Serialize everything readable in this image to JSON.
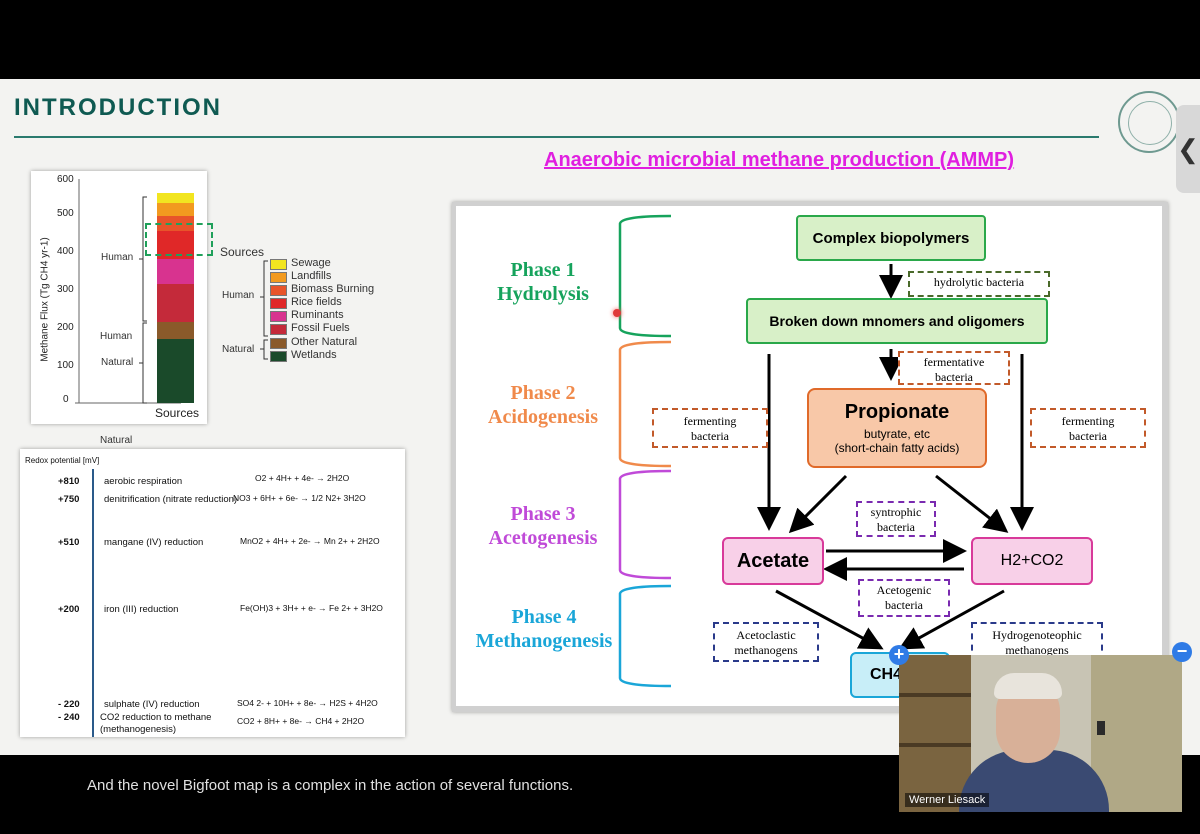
{
  "slide": {
    "title": "INTRODUCTION",
    "ammp_title": "Anaerobic microbial methane production (AMMP)",
    "collapse_glyph": "❮"
  },
  "methane_chart": {
    "y_axis_label": "Methane Flux (Tg CH4 yr-1)",
    "y_ticks": [
      "600",
      "500",
      "400",
      "300",
      "200",
      "100",
      "0"
    ],
    "x_label": "Sources",
    "sources_label": "Sources",
    "human_label": "Human",
    "natural_label": "Natural",
    "legend_human_label": "Human",
    "legend_natural_label": "Natural",
    "legend": [
      {
        "name": "Sewage",
        "color": "#f2e520"
      },
      {
        "name": "Landfills",
        "color": "#f29a1f"
      },
      {
        "name": "Biomass Burning",
        "color": "#e8542a"
      },
      {
        "name": "Rice fields",
        "color": "#e02828"
      },
      {
        "name": "Ruminants",
        "color": "#d8338f"
      },
      {
        "name": "Fossil Fuels",
        "color": "#c42a3a"
      },
      {
        "name": "Other Natural",
        "color": "#8a5a2a"
      },
      {
        "name": "Wetlands",
        "color": "#1a4a2a"
      }
    ]
  },
  "redox": {
    "header": "Redox potential [mV]",
    "rows": [
      {
        "value": "+810",
        "process": "aerobic respiration",
        "equation": "O2 + 4H+ + 4e- → 2H2O"
      },
      {
        "value": "+750",
        "process": "denitrification (nitrate reduction)",
        "equation": "NO3 + 6H+ + 6e- → 1/2 N2+ 3H2O"
      },
      {
        "value": "+510",
        "process": "mangane (IV) reduction",
        "equation": "MnO2 + 4H+ + 2e- → Mn 2+ + 2H2O"
      },
      {
        "value": "+200",
        "process": "iron (III) reduction",
        "equation": "Fe(OH)3 + 3H+ + e- → Fe 2+ + 3H2O"
      },
      {
        "value": "- 220",
        "process": "sulphate (IV) reduction",
        "equation": "SO4 2- + 10H+ + 8e- → H2S + 4H2O"
      },
      {
        "value": "- 240",
        "process": "CO2 reduction to methane",
        "equation": "CO2 + 8H+ + 8e- → CH4 + 2H2O"
      }
    ],
    "methanogenesis_note": "(methanogenesis)"
  },
  "diagram": {
    "phases": [
      {
        "line1": "Phase 1",
        "line2": "Hydrolysis",
        "color": "#16a35c"
      },
      {
        "line1": "Phase 2",
        "line2": "Acidogenesis",
        "color": "#f08a4b"
      },
      {
        "line1": "Phase 3",
        "line2": "Acetogenesis",
        "color": "#c04ad8"
      },
      {
        "line1": "Phase 4",
        "line2": "Methanogenesis",
        "color": "#1aa6d8"
      }
    ],
    "complex_biopolymers": "Complex biopolymers",
    "hydrolytic_bacteria": "hydrolytic  bacteria",
    "broken_down": "Broken down mnomers and oligomers",
    "fermentative_line1": "fermentative",
    "fermentative_line2": "bacteria",
    "propionate": "Propionate",
    "propionate_sub1": "butyrate, etc",
    "propionate_sub2": "(short-chain  fatty acids)",
    "fermenting_left_1": "fermenting",
    "fermenting_left_2": "bacteria",
    "fermenting_right_1": "fermenting",
    "fermenting_right_2": "bacteria",
    "syntrophic_1": "syntrophic",
    "syntrophic_2": "bacteria",
    "acetate": "Acetate",
    "h2co2": "H2+CO2",
    "acetogenic_1": "Acetogenic",
    "acetogenic_2": "bacteria",
    "acetoclastic_1": "Acetoclastic",
    "acetoclastic_2": "methanogens",
    "hydrogenotrophic_1": "Hydrogenoteophic",
    "hydrogenotrophic_2": "methanogens",
    "ch4": "CH4+"
  },
  "caption": {
    "text": "And the novel Bigfoot map is a complex in the action of several functions."
  },
  "video": {
    "speaker_name": "Werner Liesack",
    "add_glyph": "+",
    "remove_glyph": "−"
  }
}
